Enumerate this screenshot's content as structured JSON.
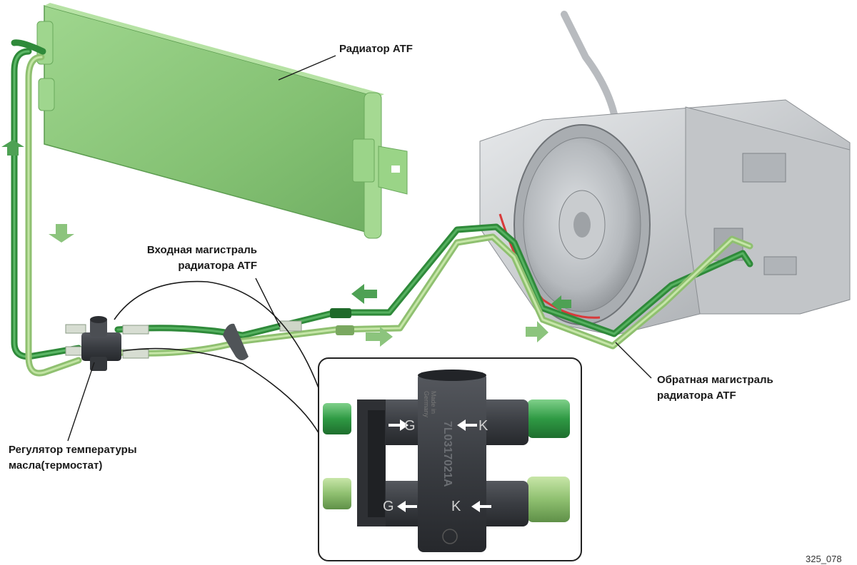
{
  "labels": {
    "radiator": "Радиатор ATF",
    "inlet_line1": "Входная магистраль",
    "inlet_line2": "радиатора ATF",
    "return_line1": "Обратная магистраль",
    "return_line2": "радиатора ATF",
    "thermostat_line1": "Регулятор температуры",
    "thermostat_line2": "масла(термостат)"
  },
  "detail": {
    "made_in_1": "Made in",
    "made_in_2": "Germany",
    "part_number": "7L0317021A",
    "port_g": "G",
    "port_k": "K"
  },
  "figure_number": "325_078",
  "colors": {
    "radiator": "#8fc97f",
    "pipe_dark": "#2f8a3a",
    "pipe_light": "#9ccc7e",
    "arrow": "#5aae5a",
    "thermostat": "#3a3d42",
    "housing_red": "#d83a3a"
  },
  "icons": [
    "flow-arrow-up-icon",
    "flow-arrow-down-icon",
    "flow-arrow-left-icon",
    "flow-arrow-right-icon"
  ]
}
